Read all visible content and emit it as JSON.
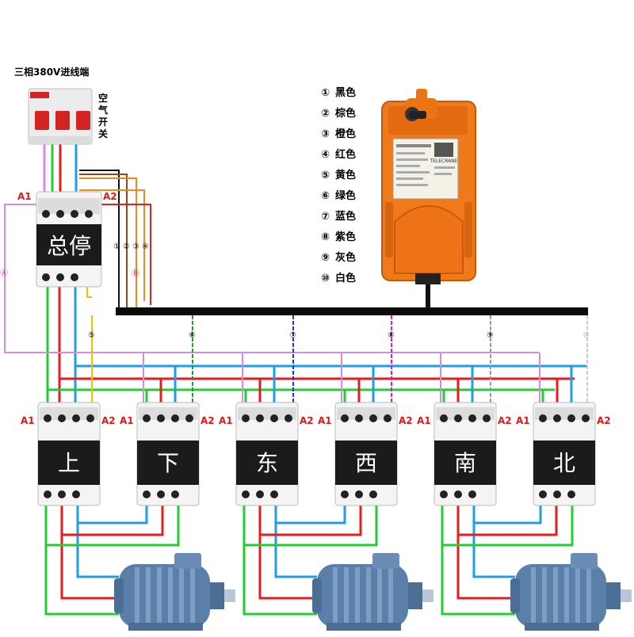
{
  "header": {
    "power_input": "三相380V进线端",
    "breaker_label": [
      "空",
      "气",
      "开",
      "关"
    ]
  },
  "main_contactor": {
    "label": "总停",
    "a1": "A1",
    "a2": "A2"
  },
  "remote": {
    "brand": "TELECRANE"
  },
  "legend": [
    {
      "num": "①",
      "text": "黑色",
      "color": "#111111"
    },
    {
      "num": "②",
      "text": "棕色",
      "color": "#8b4a1c"
    },
    {
      "num": "③",
      "text": "橙色",
      "color": "#f08a1c"
    },
    {
      "num": "④",
      "text": "红色",
      "color": "#e01818"
    },
    {
      "num": "⑤",
      "text": "黄色",
      "color": "#f2c200"
    },
    {
      "num": "⑥",
      "text": "绿色",
      "color": "#1ca32c"
    },
    {
      "num": "⑦",
      "text": "蓝色",
      "color": "#1a3adb"
    },
    {
      "num": "⑧",
      "text": "紫色",
      "color": "#d21edb"
    },
    {
      "num": "⑨",
      "text": "灰色",
      "color": "#999999"
    },
    {
      "num": "⑩",
      "text": "白色",
      "color": "#cccccc"
    }
  ],
  "wire_markers": {
    "a_circ": "Ⓐ",
    "b_circ": "Ⓑ",
    "bundle": [
      "①",
      "②",
      "③",
      "④"
    ],
    "drops": [
      "⑤",
      "⑥",
      "⑦",
      "⑧",
      "⑨",
      "⑩"
    ]
  },
  "direction_contactors": [
    {
      "label": "上",
      "a1": "A1",
      "a2": "A2"
    },
    {
      "label": "下",
      "a1": "A1",
      "a2": "A2"
    },
    {
      "label": "东",
      "a1": "A1",
      "a2": "A2"
    },
    {
      "label": "西",
      "a1": "A1",
      "a2": "A2"
    },
    {
      "label": "南",
      "a1": "A1",
      "a2": "A2"
    },
    {
      "label": "北",
      "a1": "A1",
      "a2": "A2"
    }
  ],
  "colors": {
    "wire_green": "#22cc33",
    "wire_red": "#e41d1d",
    "wire_blue": "#1e9ee6",
    "wire_purple": "#d88be0",
    "wire_yellow": "#f2c200",
    "wire_orange": "#f08a1c",
    "wire_brown": "#8b4a1c",
    "remote_orange": "#f07a1a",
    "contactor_body": "#f4f4f4",
    "contactor_panel": "#1b1b1b",
    "motor_blue": "#5a7fa8"
  }
}
